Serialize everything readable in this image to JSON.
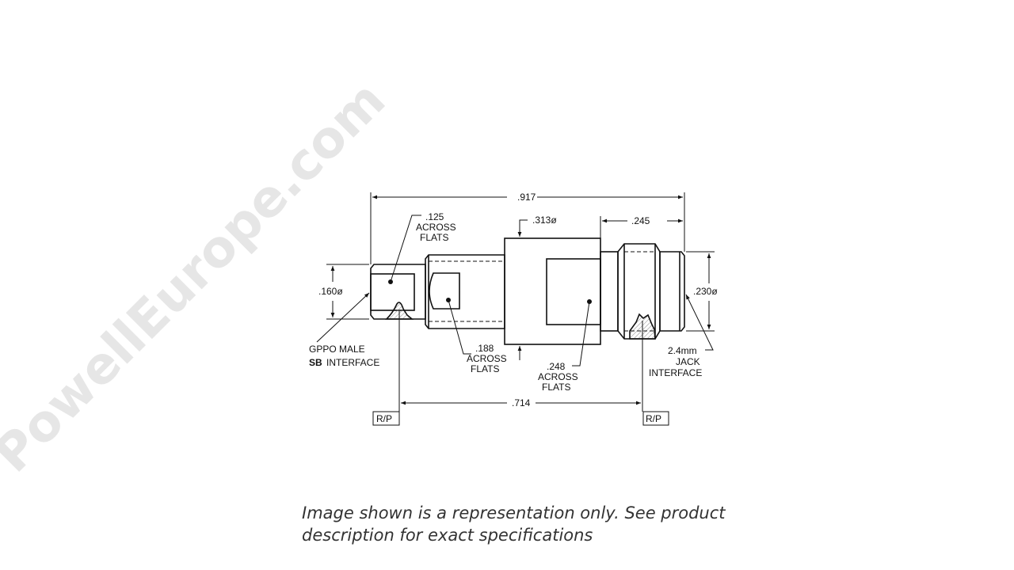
{
  "watermark": "PowellEurope.com",
  "dimensions": {
    "overall_length": ".917",
    "ref_length": ".714",
    "jack_length": ".245",
    "body_diameter": ".313ø",
    "left_diameter": ".160ø",
    "right_diameter": ".230ø"
  },
  "callouts": {
    "flats_125": [
      ".125",
      "ACROSS",
      "FLATS"
    ],
    "flats_188": [
      ".188",
      "ACROSS",
      "FLATS"
    ],
    "flats_248": [
      ".248",
      "ACROSS",
      "FLATS"
    ],
    "left_interface": [
      "GPPO MALE",
      "SB",
      "INTERFACE"
    ],
    "right_interface": [
      "2.4mm",
      "JACK",
      "INTERFACE"
    ],
    "ref_plane": "R/P"
  },
  "caption": [
    "Image shown is a representation only. See product",
    "description for exact specifications"
  ]
}
